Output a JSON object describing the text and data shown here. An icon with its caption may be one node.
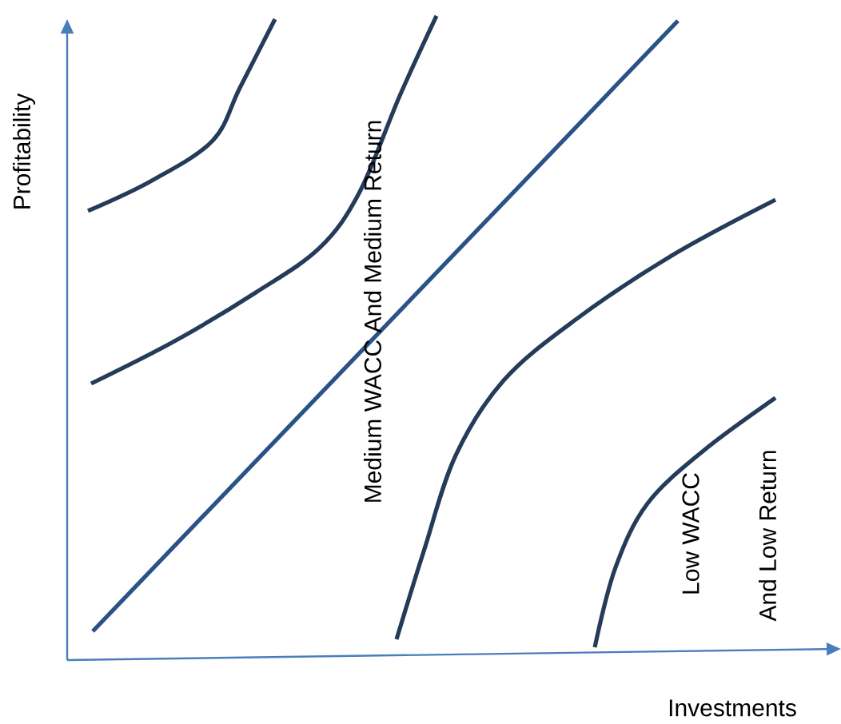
{
  "diagram": {
    "labels": [
      "Profitability",
      "Medium WACC And Medium Return",
      "Low WACC",
      "And Low Return",
      "Investments"
    ]
  }
}
